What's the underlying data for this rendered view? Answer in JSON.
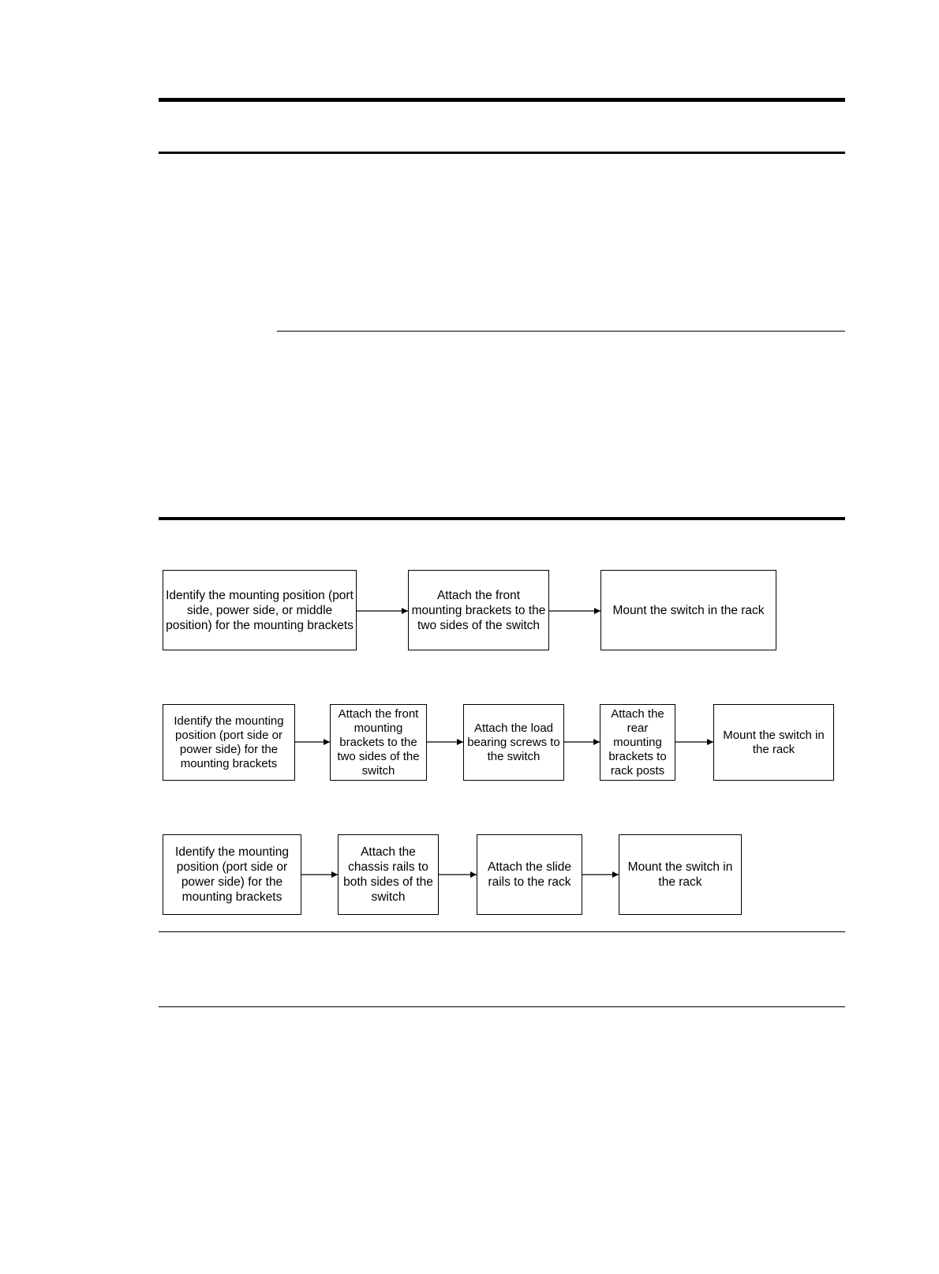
{
  "flowcharts": [
    {
      "steps": [
        "Identify the mounting position (port side, power side, or middle position) for the mounting brackets",
        "Attach the front mounting brackets to the two sides of the switch",
        "Mount the switch in the rack"
      ]
    },
    {
      "steps": [
        "Identify the mounting position (port side or power side) for the mounting brackets",
        "Attach the front mounting brackets to the two sides of the switch",
        "Attach the load bearing screws to the switch",
        "Attach the rear mounting brackets to rack posts",
        "Mount the switch in the rack"
      ]
    },
    {
      "steps": [
        "Identify the mounting position (port side or power side) for the mounting brackets",
        "Attach the chassis rails to both sides of the switch",
        "Attach the slide rails to the rack",
        "Mount the switch in the rack"
      ]
    }
  ]
}
